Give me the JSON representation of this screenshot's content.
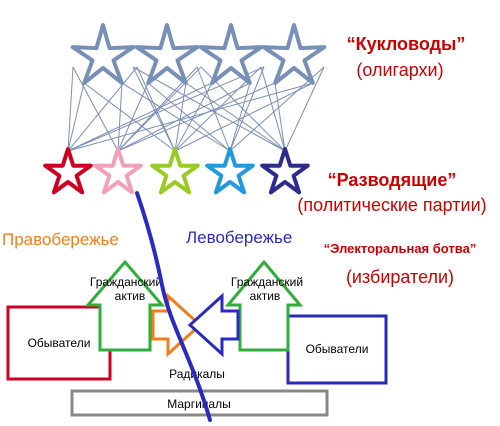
{
  "tiers": {
    "puppeteers": {
      "title": "“Кукловоды”",
      "subtitle": "(олигархи)"
    },
    "handlers": {
      "title": "“Разводящие”",
      "subtitle": "(политические партии)"
    },
    "voters": {
      "title": "“Электоральная ботва”",
      "subtitle": "(избиратели)"
    }
  },
  "banks": {
    "right_bank": "Правобережье",
    "left_bank": "Левобережье"
  },
  "activists": {
    "line1": "Гражданский",
    "line2": "актив"
  },
  "groups": {
    "philistines": "Обыватели",
    "radicals": "Радикалы",
    "marginals": "Маргиналы"
  },
  "colors": {
    "accent_red": "#cc0000",
    "handlers_red": "#cc0000",
    "orange": "#f07f1a",
    "blue": "#2a2ac0",
    "green": "#2fae3a",
    "star_blue_gray": "#7890b8",
    "party_colors": [
      "#cc0022",
      "#f2a0b8",
      "#99cc22",
      "#2299dd",
      "#2c2c90"
    ],
    "philistines_left": "#cc0022",
    "philistines_right": "#2a2ab0",
    "marginals_border": "#888888"
  }
}
